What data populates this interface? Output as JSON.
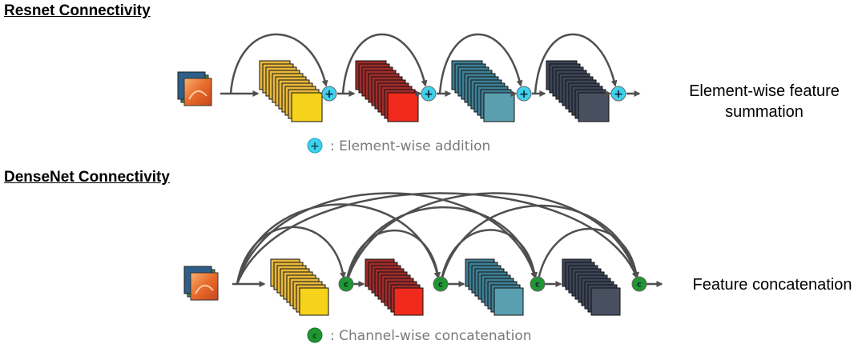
{
  "resnet": {
    "heading": "Resnet Connectivity",
    "description_lines": [
      "Element-wise feature",
      "summation"
    ],
    "legend_symbol": "+",
    "legend_text": ": Element-wise addition"
  },
  "densenet": {
    "heading": "DenseNet Connectivity",
    "description": "Feature concatenation",
    "legend_symbol": "c",
    "legend_text": ": Channel-wise concatenation"
  },
  "blocks": [
    {
      "front": "#f7d21b",
      "layer": "#e7b83c"
    },
    {
      "front": "#f02a1c",
      "layer": "#a02c2a"
    },
    {
      "front": "#5a9fb0",
      "layer": "#3e7f95"
    },
    {
      "front": "#485060",
      "layer": "#3c4558"
    }
  ],
  "colors": {
    "add_node": "#3fd0ec",
    "concat_node": "#1f9632",
    "arrow": "#4f4f4f"
  },
  "icons": {
    "input_image": "kitten-photo-stack-icon"
  }
}
